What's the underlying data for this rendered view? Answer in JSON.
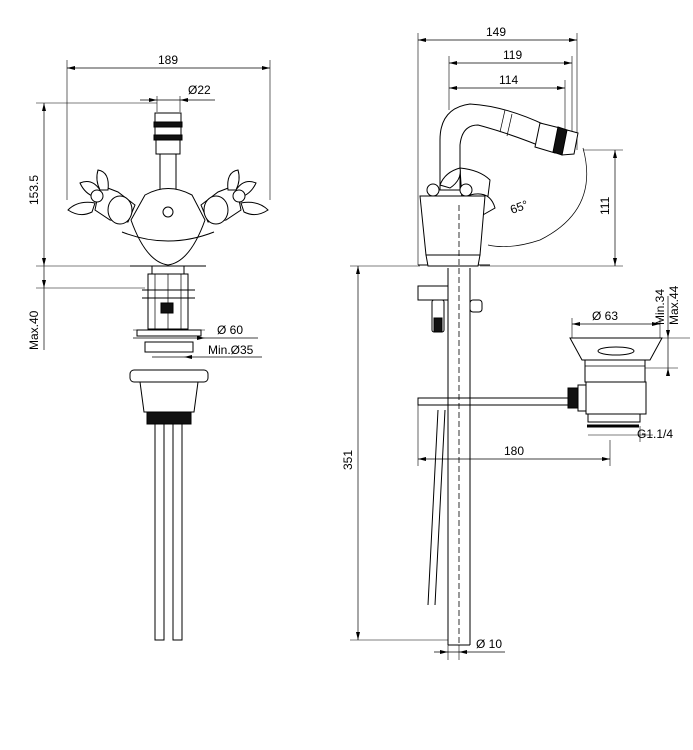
{
  "front_view": {
    "width": "189",
    "spout_diameter": "Ø22",
    "height_to_spout": "153.5",
    "max_deck": "Max.40",
    "base_diameter": "Ø 60",
    "hole_min": "Min.Ø35"
  },
  "side_view": {
    "overall_reach": "149",
    "reach_119": "119",
    "reach_114": "114",
    "spout_height": "111",
    "spout_angle": "65°",
    "total_height": "351",
    "rod_length": "180",
    "tail_diameter": "Ø 10"
  },
  "waste_view": {
    "plug_diameter": "Ø 63",
    "min_height": "Min.34",
    "max_height": "Max.44",
    "thread": "G1.1/4"
  }
}
